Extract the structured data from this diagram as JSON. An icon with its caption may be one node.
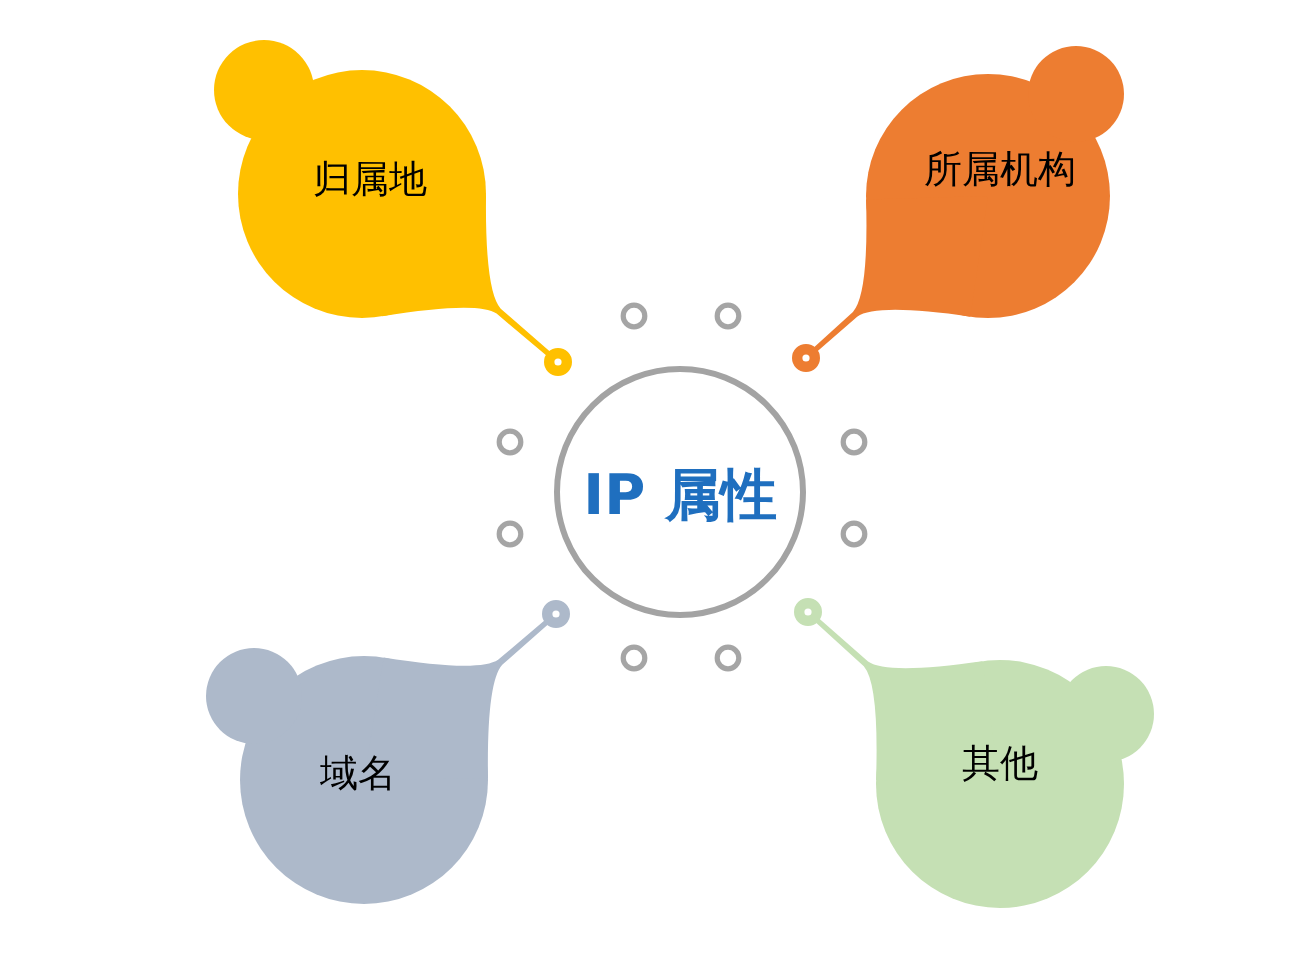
{
  "diagram": {
    "nodes": [
      {
        "text": [
          "归属地"
        ]
      },
      {
        "text": [
          "所属机构"
        ]
      },
      {
        "text": [
          "IP 属性"
        ]
      },
      {
        "text": [
          "域名"
        ]
      },
      {
        "text": [
          "其他"
        ]
      }
    ]
  }
}
